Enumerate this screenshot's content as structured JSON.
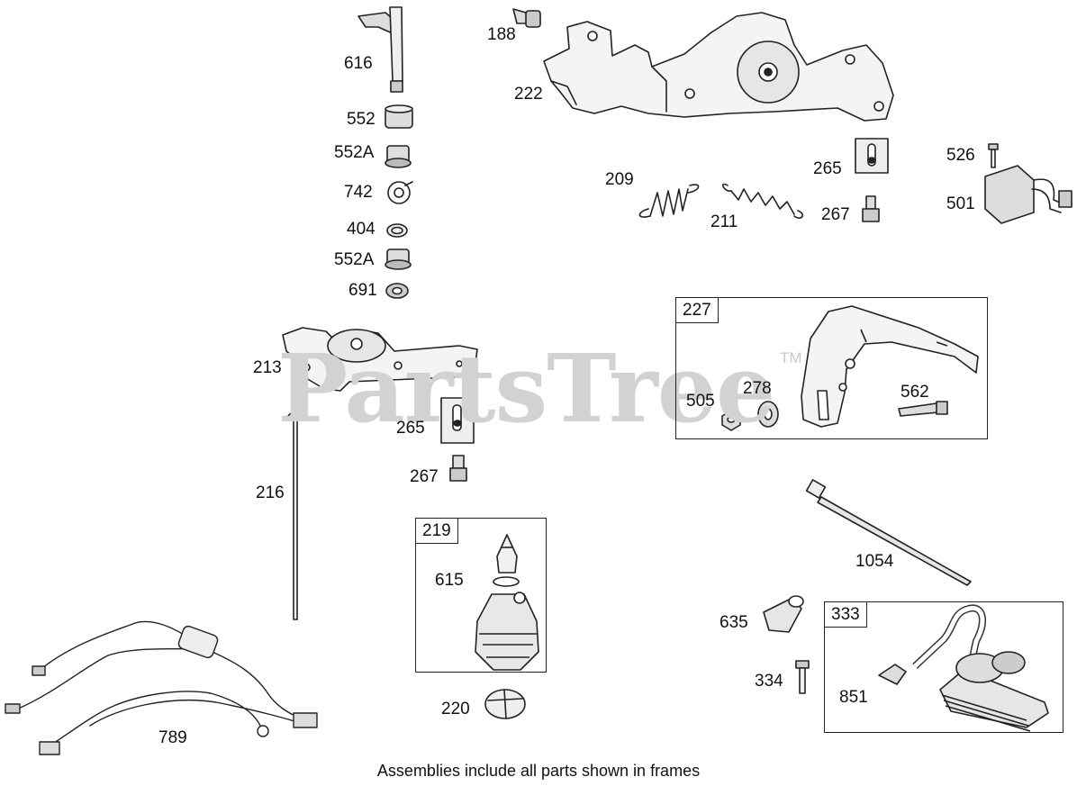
{
  "watermark": {
    "brand": "PartsTree",
    "trademark": "TM"
  },
  "frames": {
    "227": "227",
    "219": "219",
    "333": "333"
  },
  "labels": {
    "p188": "188",
    "p616": "616",
    "p222": "222",
    "p552": "552",
    "p552a_1": "552A",
    "p742": "742",
    "p404": "404",
    "p552a_2": "552A",
    "p691": "691",
    "p209": "209",
    "p211": "211",
    "p265_top": "265",
    "p267_top": "267",
    "p526": "526",
    "p501": "501",
    "p213": "213",
    "p265_mid": "265",
    "p267_mid": "267",
    "p505": "505",
    "p278": "278",
    "p562": "562",
    "p216": "216",
    "p615": "615",
    "p1054": "1054",
    "p635": "635",
    "p334": "334",
    "p851": "851",
    "p220": "220",
    "p789": "789"
  },
  "footer": "Assemblies include all parts shown in frames"
}
